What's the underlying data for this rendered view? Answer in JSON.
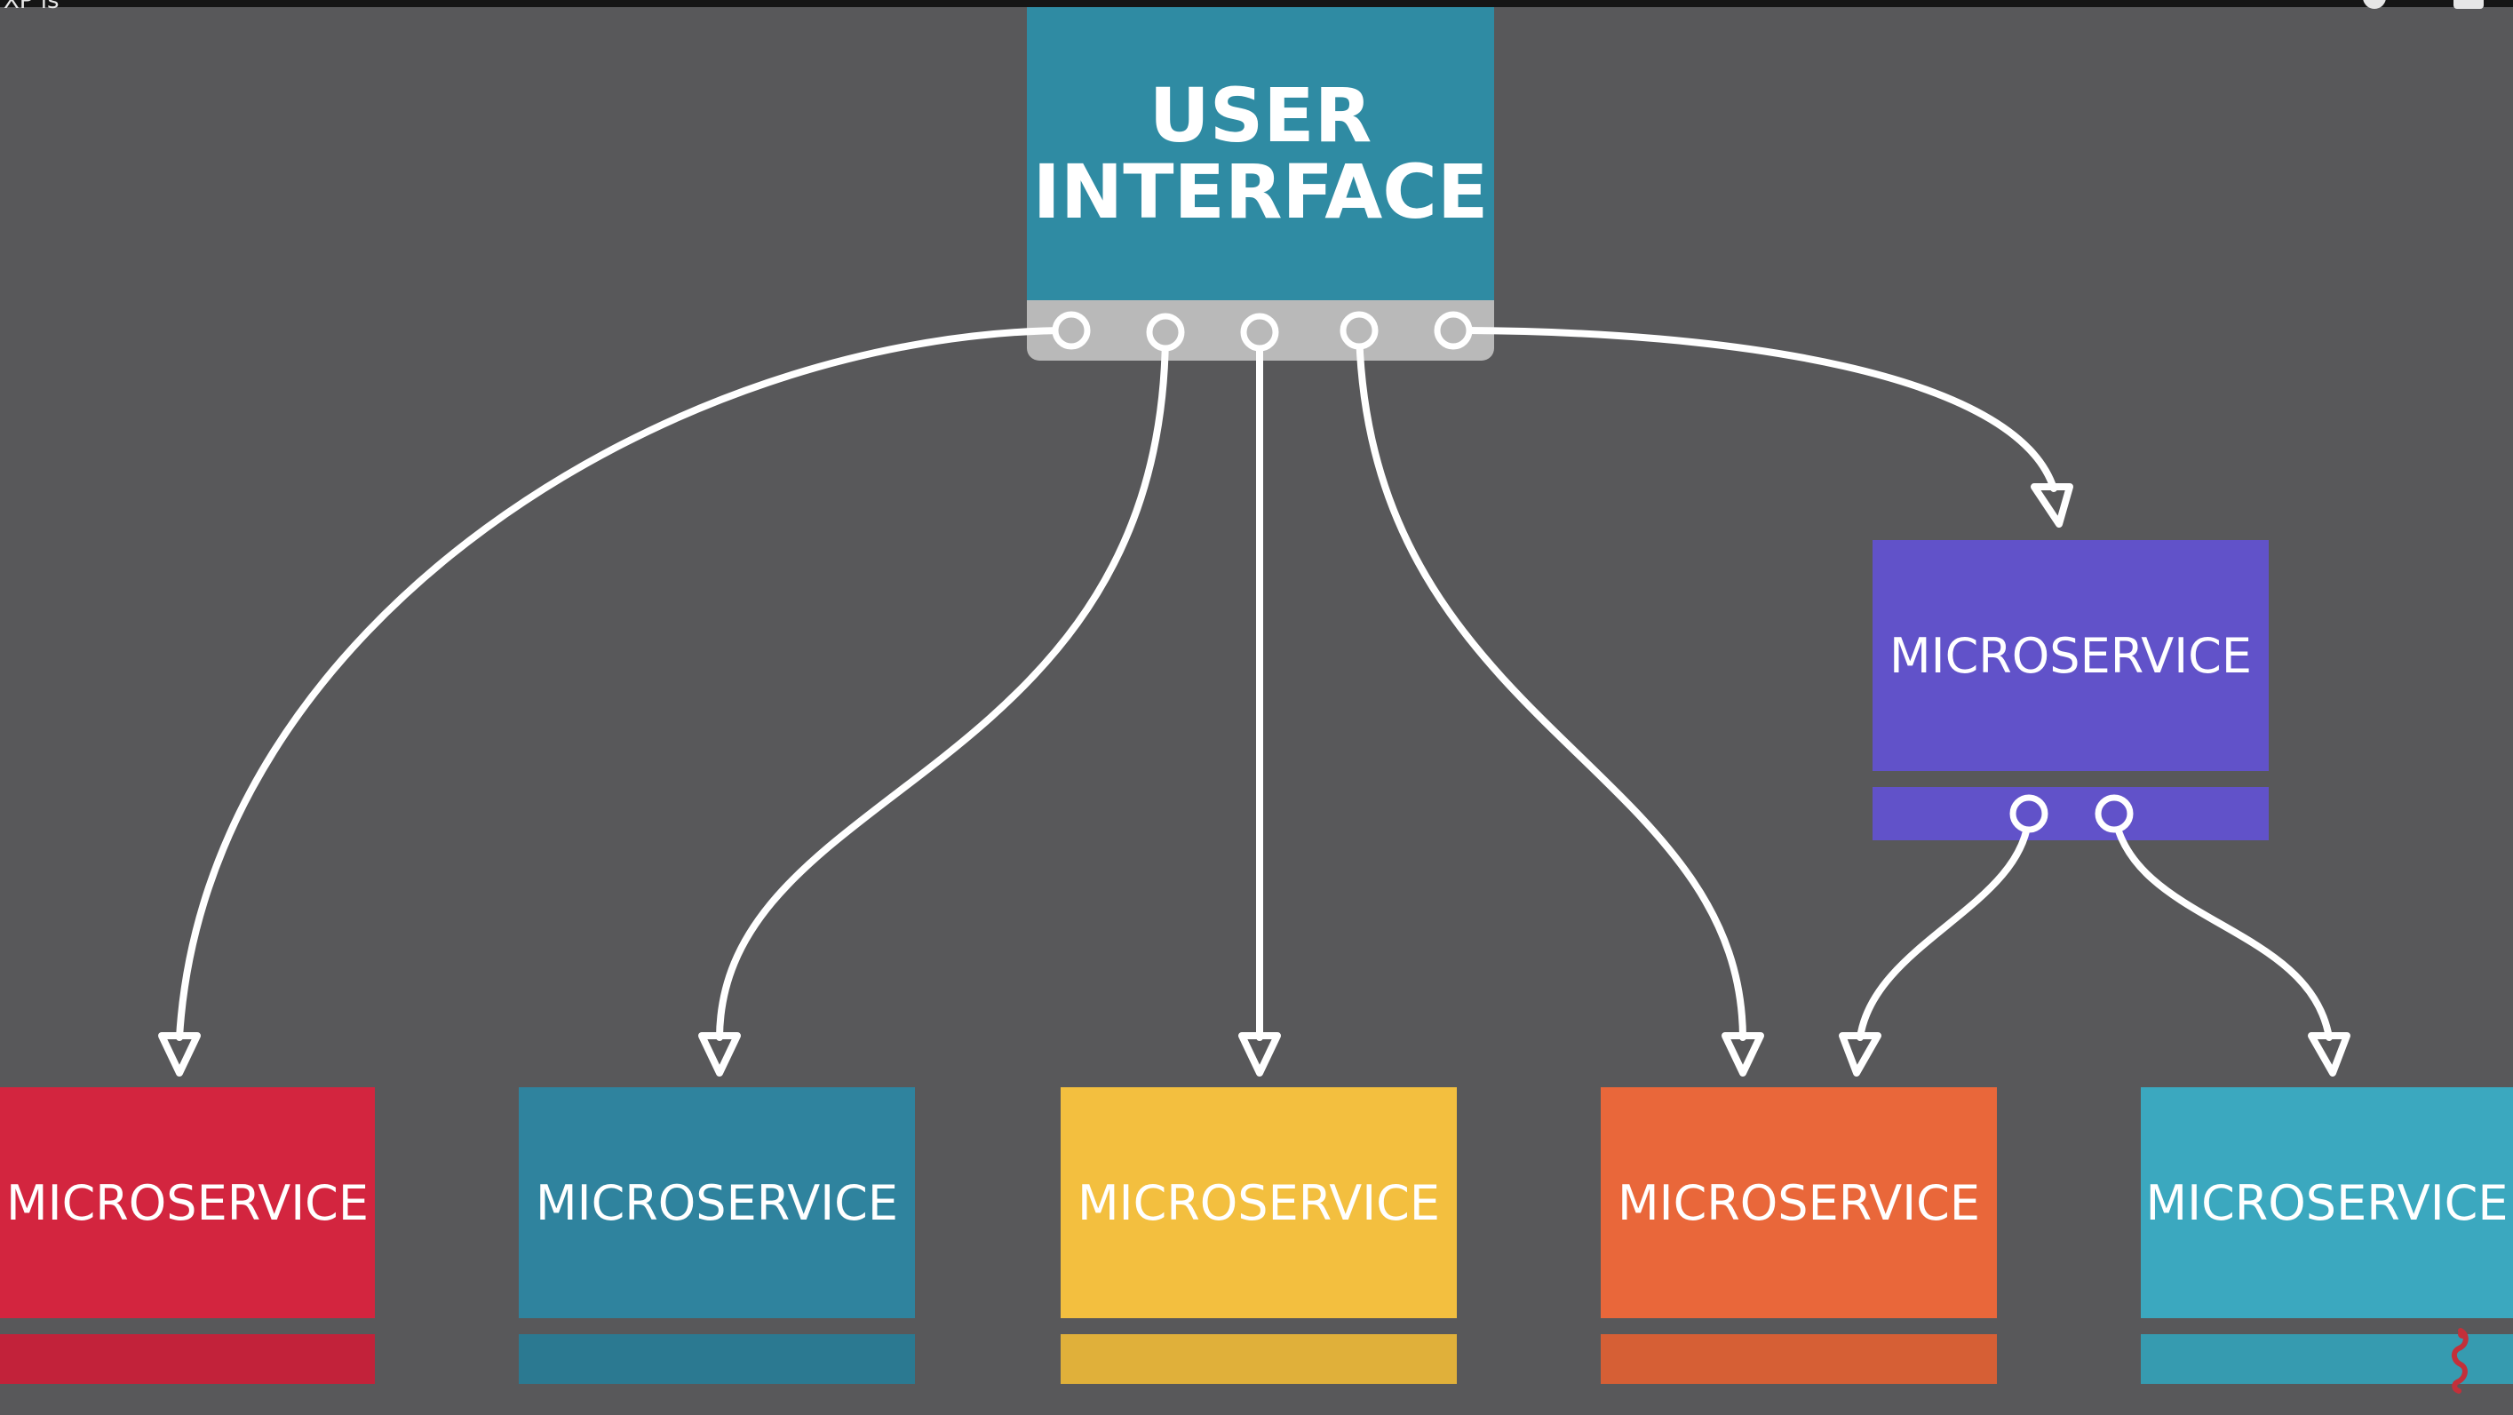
{
  "header": {
    "caption": "XP is"
  },
  "diagram": {
    "ui_node": {
      "label": "USER\nINTERFACE",
      "color": "#2f8ba3",
      "bar_color": "#b9b9b9",
      "ports": 5
    },
    "top_service": {
      "label": "MICROSERVICE",
      "color": "#6152c9",
      "ports": 2
    },
    "services": [
      {
        "label": "MICROSERVICE",
        "color": "#d3253f"
      },
      {
        "label": "MICROSERVICE",
        "color": "#2f839e"
      },
      {
        "label": "MICROSERVICE",
        "color": "#f3bf3f"
      },
      {
        "label": "MICROSERVICE",
        "color": "#e9673a"
      },
      {
        "label": "MICROSERVICE",
        "color": "#3ba8bf"
      }
    ],
    "connector_color": "#ffffff",
    "background": "#58585a"
  }
}
